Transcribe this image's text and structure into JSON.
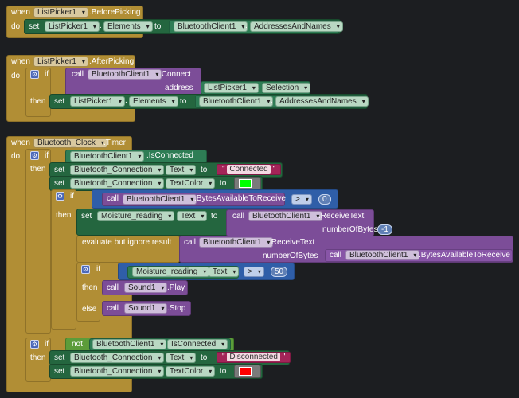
{
  "kw": {
    "when": "when",
    "do": "do",
    "set": "set",
    "to": "to",
    "if": "if",
    "then": "then",
    "call": "call",
    "else": "else",
    "not": "not",
    "address": "address",
    "number_of_bytes": "numberOfBytes",
    "evaluate": "evaluate but ignore result",
    "dot": "."
  },
  "ev1": {
    "component": "ListPicker1",
    "event": ".BeforePicking",
    "set_comp": "ListPicker1",
    "set_prop": "Elements",
    "bt": "BluetoothClient1",
    "bt_prop": "AddressesAndNames"
  },
  "ev2": {
    "component": "ListPicker1",
    "event": ".AfterPicking",
    "call_comp": "BluetoothClient1",
    "call_method": ".Connect",
    "addr_comp": "ListPicker1",
    "addr_prop": "Selection",
    "set_comp": "ListPicker1",
    "set_prop": "Elements",
    "bt": "BluetoothClient1",
    "bt_prop": "AddressesAndNames"
  },
  "ev3": {
    "component": "Bluetooth_Clock",
    "event": ".Timer",
    "bt": "BluetoothClient1",
    "is_connected": ".IsConnected",
    "conn": "Bluetooth_Connection",
    "text_prop": "Text",
    "textcolor_prop": "TextColor",
    "connected_str": "Connected",
    "disconnected_str": "Disconnected",
    "bytes_avail": ".BytesAvailableToReceive",
    "gt": ">",
    "zero": "0",
    "moist": "Moisture_reading",
    "receive_text": ".ReceiveText",
    "minus_one": "-1",
    "fifty": "50",
    "sound": "Sound1",
    "play": ".Play",
    "stop": ".Stop",
    "not_bt_prop": "IsConnected",
    "color_green": "#00ff00",
    "color_red": "#ff0000"
  }
}
